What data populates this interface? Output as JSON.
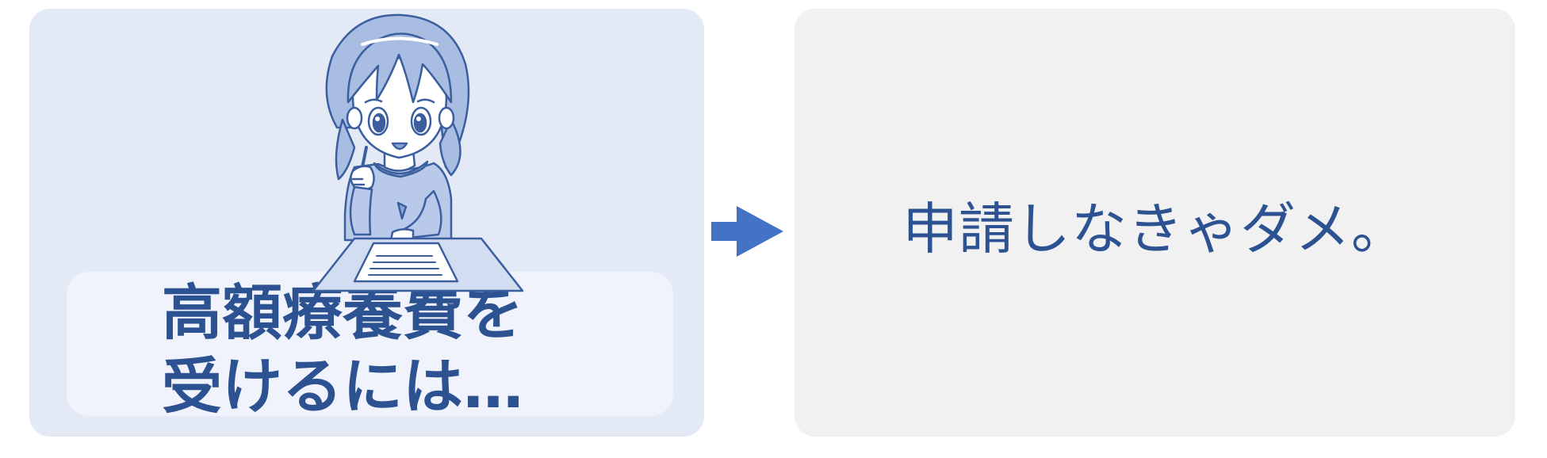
{
  "left_panel": {
    "caption_line1": "高額療養費を",
    "caption_line2": "受けるには…",
    "illustration": "girl-writing-document-illustration"
  },
  "arrow": {
    "icon": "arrow-right-icon",
    "color": "#4472c4"
  },
  "right_panel": {
    "text": "申請しなきゃダメ。"
  },
  "colors": {
    "left_panel_bg": "#e3e9f5",
    "caption_bg": "#f0f3fb",
    "right_panel_bg": "#f1f1f2",
    "text": "#2d5292",
    "line_art": "#3a5e9e"
  }
}
